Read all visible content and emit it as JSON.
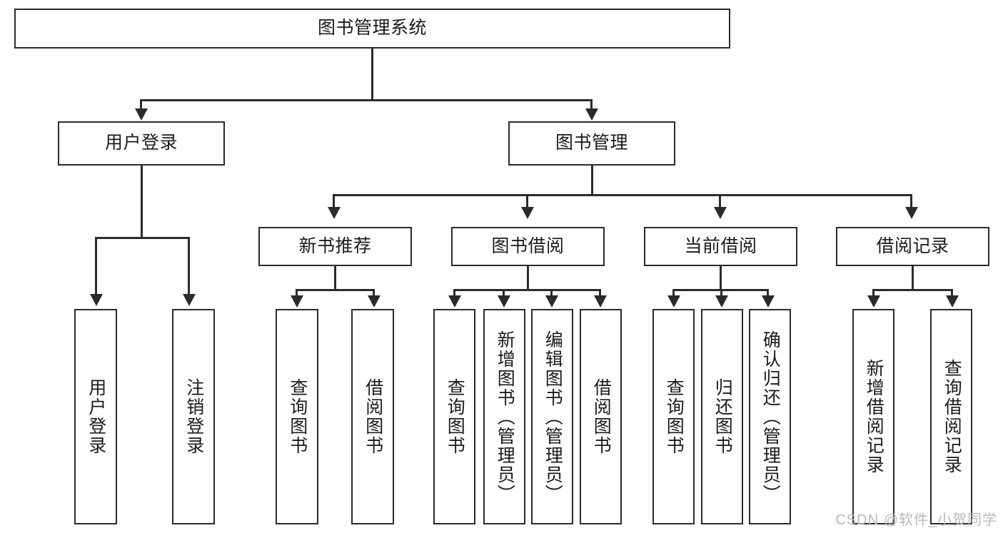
{
  "diagram": {
    "title": "图书管理系统",
    "type": "tree-hierarchy-chart",
    "root": {
      "label": "图书管理系统"
    },
    "level2": [
      {
        "label": "用户登录"
      },
      {
        "label": "图书管理"
      }
    ],
    "level3": [
      {
        "label": "新书推荐"
      },
      {
        "label": "图书借阅"
      },
      {
        "label": "当前借阅"
      },
      {
        "label": "借阅记录"
      }
    ],
    "leaves": {
      "user_login": [
        {
          "label": "用户登录"
        },
        {
          "label": "注销登录"
        }
      ],
      "new_book_recommend": [
        {
          "label": "查询图书"
        },
        {
          "label": "借阅图书"
        }
      ],
      "book_borrow": [
        {
          "label": "查询图书"
        },
        {
          "label": "新增图书（管理员）"
        },
        {
          "label": "编辑图书（管理员）"
        },
        {
          "label": "借阅图书"
        }
      ],
      "current_borrow": [
        {
          "label": "查询图书"
        },
        {
          "label": "归还图书"
        },
        {
          "label": "确认归还（管理员）"
        }
      ],
      "borrow_record": [
        {
          "label": "新增借阅记录"
        },
        {
          "label": "查询借阅记录"
        }
      ]
    }
  },
  "watermark": {
    "text": "CSDN @软件_小贺同学"
  },
  "colors": {
    "stroke": "#2b2b2b",
    "background": "#ffffff",
    "text": "#1b1b1b",
    "watermark": "#b9b9b9"
  }
}
